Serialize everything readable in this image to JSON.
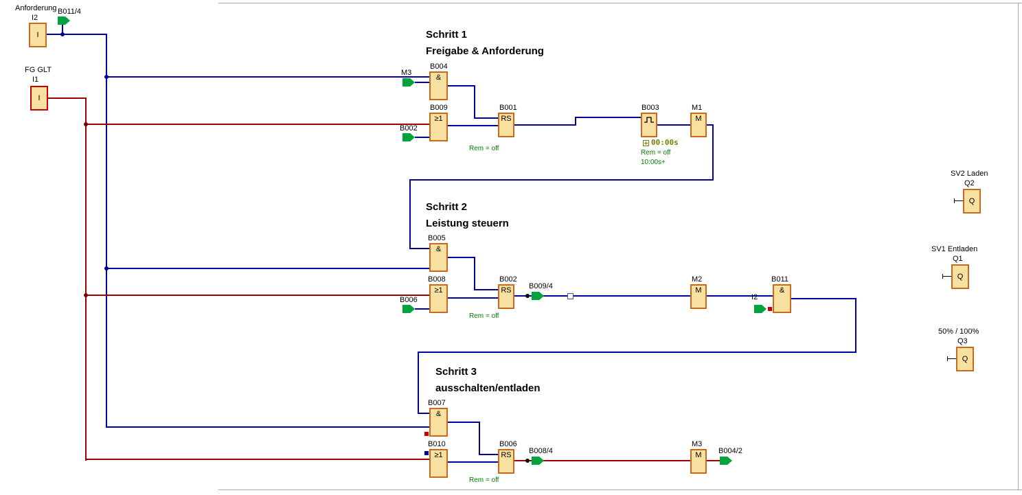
{
  "colors": {
    "block_fill": "#F8E1A0",
    "block_border": "#C96A1B",
    "selected_border": "#C80000",
    "wire_blue": "#0000A0",
    "wire_red": "#A00000",
    "connector_green": "#00A33D",
    "param_text_green": "#007C00",
    "timer_text_olive": "#7B7B00"
  },
  "sections": {
    "s1": {
      "title": "Schritt 1",
      "subtitle": "Freigabe & Anforderung"
    },
    "s2": {
      "title": "Schritt 2",
      "subtitle": "Leistung steuern"
    },
    "s3": {
      "title": "Schritt 3",
      "subtitle": "ausschalten/entladen"
    }
  },
  "inputs": {
    "i2": {
      "name": "Anforderung",
      "id": "I2",
      "symbol": "I"
    },
    "i1": {
      "name": "FG GLT",
      "id": "I1",
      "symbol": "I"
    }
  },
  "outputs": {
    "q2": {
      "name": "SV2 Laden",
      "id": "Q2",
      "symbol": "Q"
    },
    "q1": {
      "name": "SV1 Entladen",
      "id": "Q1",
      "symbol": "Q"
    },
    "q3": {
      "name": "50% / 100%",
      "id": "Q3",
      "symbol": "Q"
    }
  },
  "blocks": {
    "b004": {
      "label": "B004",
      "symbol": "&"
    },
    "b009": {
      "label": "B009",
      "symbol": "≥1"
    },
    "b001": {
      "label": "B001",
      "symbol": "RS",
      "rem": "Rem = off"
    },
    "b003": {
      "label": "B003",
      "time": "00:00s",
      "rem": "Rem = off",
      "param": "10:00s+"
    },
    "m1": {
      "label": "M1",
      "symbol": "M"
    },
    "b005": {
      "label": "B005",
      "symbol": "&"
    },
    "b008": {
      "label": "B008",
      "symbol": "≥1"
    },
    "b002": {
      "label": "B002",
      "symbol": "RS",
      "rem": "Rem = off"
    },
    "m2": {
      "label": "M2",
      "symbol": "M"
    },
    "b011": {
      "label": "B011",
      "symbol": "&"
    },
    "b007": {
      "label": "B007",
      "symbol": "&"
    },
    "b010": {
      "label": "B010",
      "symbol": "≥1"
    },
    "b006": {
      "label": "B006",
      "symbol": "RS",
      "rem": "Rem = off"
    },
    "m3": {
      "label": "M3",
      "symbol": "M"
    }
  },
  "connectors": {
    "b011_4": "B011/4",
    "m3": "M3",
    "b002": "B002",
    "b006": "B006",
    "b009_4": "B009/4",
    "i2": "I2",
    "b008_4": "B008/4",
    "b004_2": "B004/2"
  }
}
